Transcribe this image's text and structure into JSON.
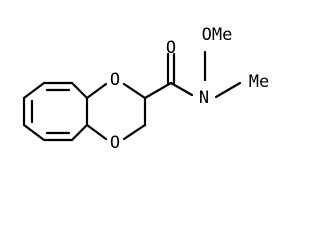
{
  "structure": {
    "atom_labels": {
      "carbonyl_oxygen": "O",
      "ring_oxygen_top": "O",
      "ring_oxygen_bottom": "O",
      "amide_nitrogen": "N",
      "methoxy_group": "OMe",
      "n_methyl_group": "Me"
    },
    "colors": {
      "bond": "#000000",
      "label": "#000000",
      "background": "#ffffff"
    }
  }
}
